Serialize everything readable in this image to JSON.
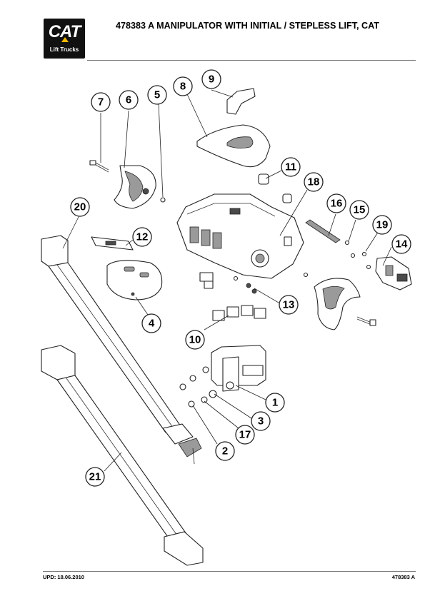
{
  "header": {
    "logo_word": "CAT",
    "logo_sub": "Lift Trucks",
    "title": "478383 A  MANIPULATOR WITH INITIAL / STEPLESS LIFT, CAT"
  },
  "footer": {
    "update": "UPD: 18.06.2010",
    "part_ref": "478383 A"
  },
  "callouts": [
    "1",
    "2",
    "3",
    "4",
    "5",
    "6",
    "7",
    "8",
    "9",
    "10",
    "11",
    "12",
    "13",
    "14",
    "15",
    "16",
    "17",
    "18",
    "19",
    "20",
    "21"
  ]
}
